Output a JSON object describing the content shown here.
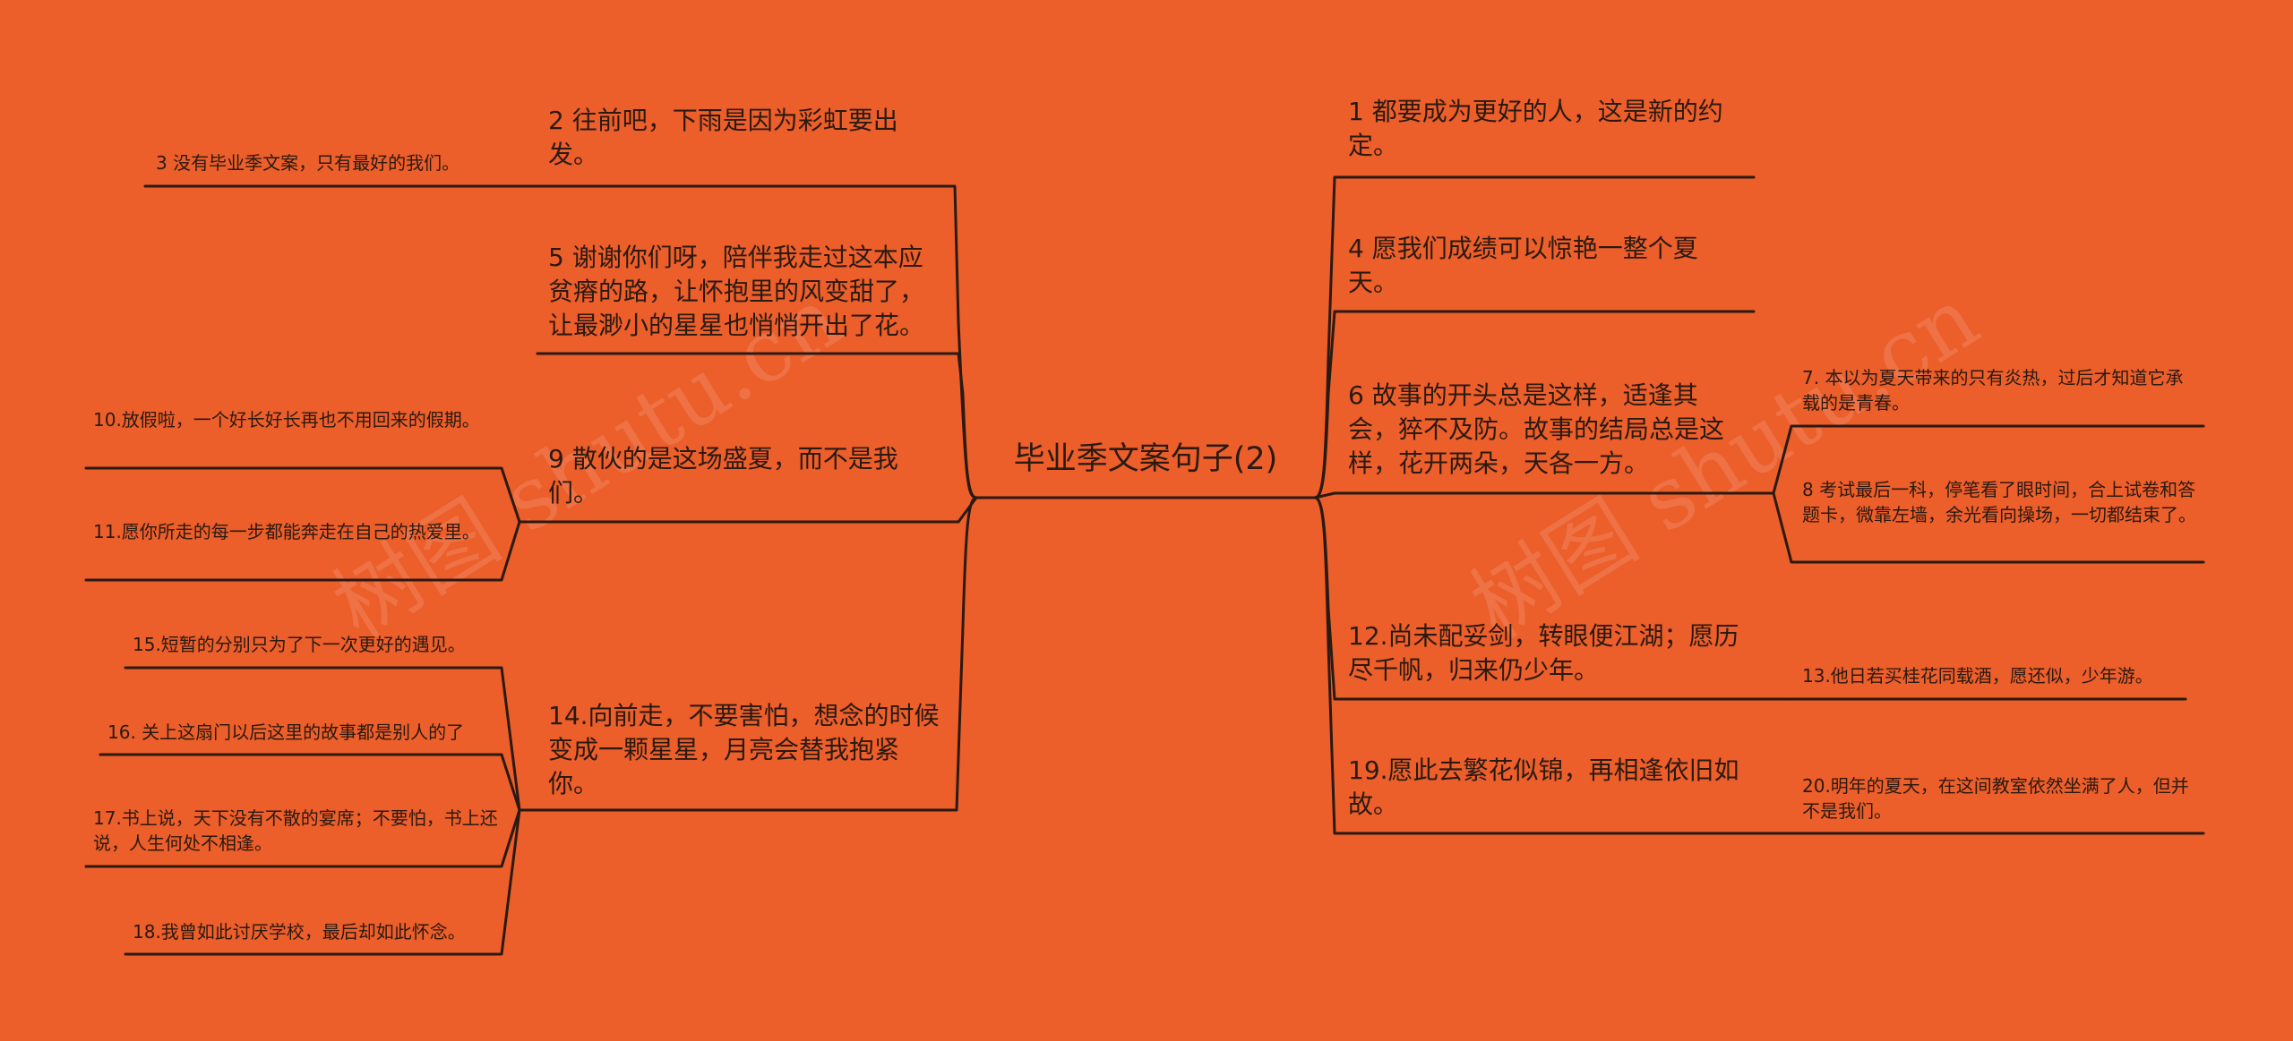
{
  "colors": {
    "background": "#EC5E2A",
    "line": "#2a1a12",
    "text": "#2a1a12"
  },
  "center": {
    "title": "毕业季文案句子(2)"
  },
  "left_branches": [
    {
      "text": "2 往前吧，下雨是因为彩虹要出发。",
      "children": [
        {
          "text": "3 没有毕业季文案，只有最好的我们。"
        }
      ]
    },
    {
      "text": "5 谢谢你们呀，陪伴我走过这本应贫瘠的路，让怀抱里的风变甜了，让最渺小的星星也悄悄开出了花。",
      "children": []
    },
    {
      "text": "9 散伙的是这场盛夏，而不是我们。",
      "children": [
        {
          "text": "10.放假啦，一个好长好长再也不用回来的假期。"
        },
        {
          "text": "11.愿你所走的每一步都能奔走在自己的热爱里。"
        }
      ]
    },
    {
      "text": "14.向前走，不要害怕，想念的时候变成一颗星星，月亮会替我抱紧你。",
      "children": [
        {
          "text": "15.短暂的分别只为了下一次更好的遇见。"
        },
        {
          "text": "16. 关上这扇门以后这里的故事都是别人的了"
        },
        {
          "text": "17.书上说，天下没有不散的宴席；不要怕，书上还说，人生何处不相逢。"
        },
        {
          "text": "18.我曾如此讨厌学校，最后却如此怀念。"
        }
      ]
    }
  ],
  "right_branches": [
    {
      "text": "1 都要成为更好的人，这是新的约定。",
      "children": []
    },
    {
      "text": "4 愿我们成绩可以惊艳一整个夏天。",
      "children": []
    },
    {
      "text": "6 故事的开头总是这样，适逢其会，猝不及防。故事的结局总是这样，花开两朵，天各一方。",
      "children": [
        {
          "text": "7. 本以为夏天带来的只有炎热，过后才知道它承载的是青春。"
        },
        {
          "text": "8 考试最后一科，停笔看了眼时间，合上试卷和答题卡，微靠左墙，余光看向操场，一切都结束了。"
        }
      ]
    },
    {
      "text": "12.尚未配妥剑，转眼便江湖；愿历尽千帆，归来仍少年。",
      "children": [
        {
          "text": "13.他日若买桂花同载酒，愿还似，少年游。"
        }
      ]
    },
    {
      "text": "19.愿此去繁花似锦，再相逢依旧如故。",
      "children": [
        {
          "text": "20.明年的夏天，在这间教室依然坐满了人，但并不是我们。"
        }
      ]
    }
  ],
  "watermarks": [
    "树图 shutu.cn",
    "树图 shutu.cn"
  ]
}
